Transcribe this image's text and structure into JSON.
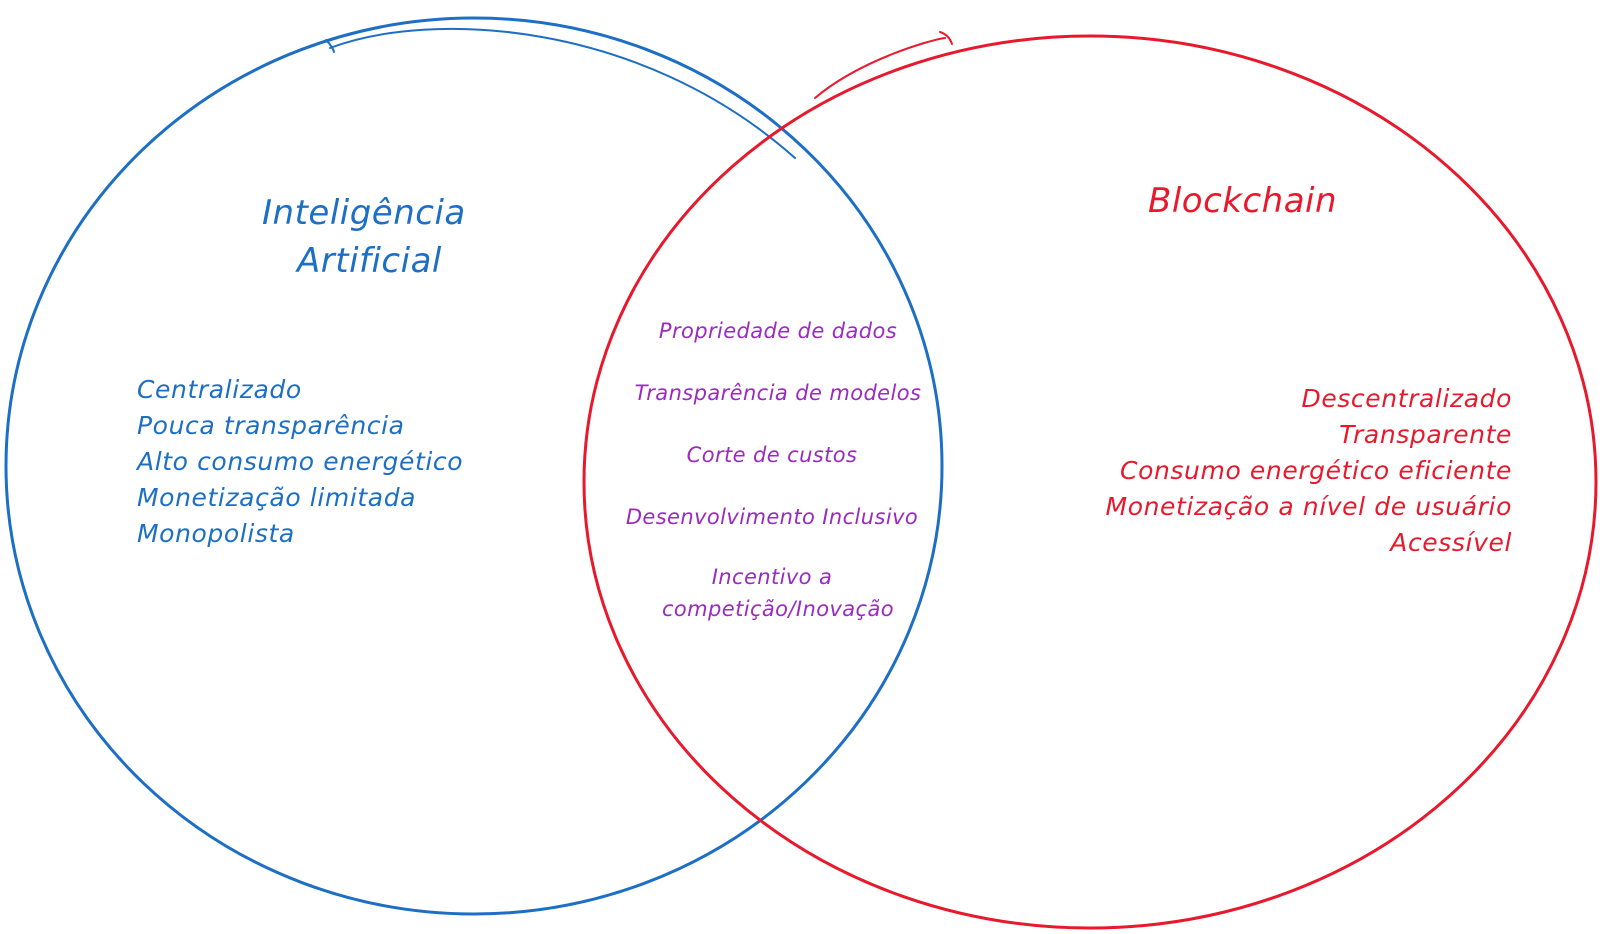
{
  "colors": {
    "ai": "#1c6fc4",
    "blockchain": "#e8192c",
    "intersection": "#9b2bc0"
  },
  "ai": {
    "title_line1": "Inteligência",
    "title_line2": "Artificial",
    "items": [
      "Centralizado",
      "Pouca transparência",
      "Alto consumo energético",
      "Monetização limitada",
      "Monopolista"
    ]
  },
  "blockchain": {
    "title": "Blockchain",
    "items": [
      "Descentralizado",
      "Transparente",
      "Consumo energético eficiente",
      "Monetização a nível de usuário",
      "Acessível"
    ]
  },
  "intersection": {
    "items": [
      "Propriedade de dados",
      "Transparência de modelos",
      "Corte de custos",
      "Desenvolvimento Inclusivo",
      "Incentivo a",
      "competição/Inovação"
    ]
  }
}
